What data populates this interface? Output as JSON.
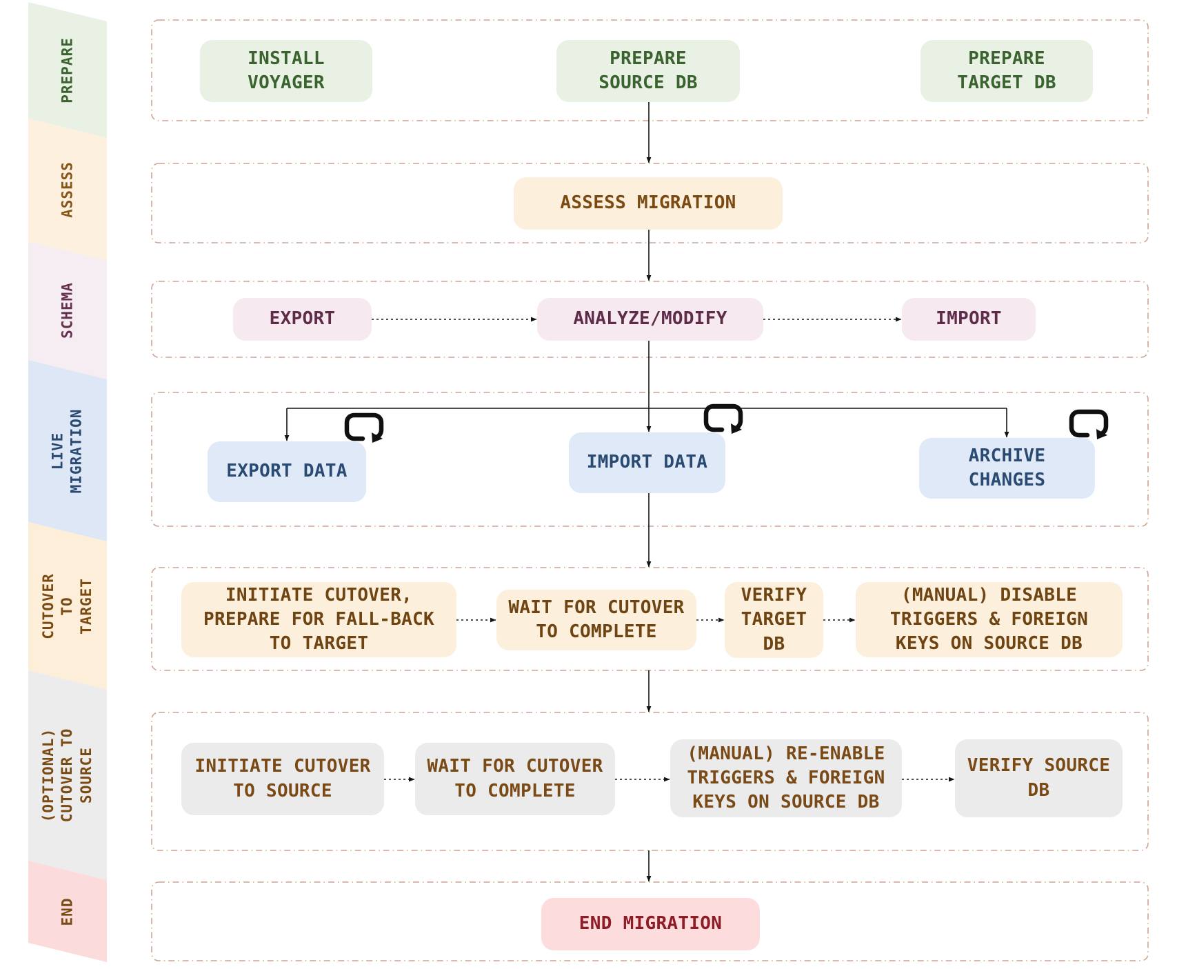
{
  "sidebar": {
    "segments": [
      {
        "id": "prepare",
        "label": "PREPARE",
        "bg": "#e9f1e5",
        "color": "#3a632f"
      },
      {
        "id": "assess",
        "label": "ASSESS",
        "bg": "#fdf0df",
        "color": "#875417"
      },
      {
        "id": "schema",
        "label": "SCHEMA",
        "bg": "#f5edf1",
        "color": "#66304e"
      },
      {
        "id": "live-migration",
        "label": "LIVE\nMIGRATION",
        "bg": "#dde7f6",
        "color": "#2b4a71"
      },
      {
        "id": "cutover-to-target",
        "label": "CUTOVER TO\nTARGET",
        "bg": "#fdeeda",
        "color": "#7a4a13"
      },
      {
        "id": "optional-cutover-to-source",
        "label": "(OPTIONAL)\nCUTOVER TO\nSOURCE",
        "bg": "#ececec",
        "color": "#7a4a13"
      },
      {
        "id": "end",
        "label": "END",
        "bg": "#fbdbdb",
        "color": "#7a4a13"
      }
    ]
  },
  "nodes": {
    "install_voyager": "INSTALL\nVOYAGER",
    "prepare_source_db": "PREPARE\nSOURCE DB",
    "prepare_target_db": "PREPARE\nTARGET DB",
    "assess_migration": "ASSESS MIGRATION",
    "export_schema": "EXPORT",
    "analyze_modify": "ANALYZE/MODIFY",
    "import_schema": "IMPORT",
    "export_data": "EXPORT DATA",
    "import_data": "IMPORT DATA",
    "archive_changes": "ARCHIVE\nCHANGES",
    "initiate_cutover_target": "INITIATE CUTOVER,\nPREPARE FOR FALL-BACK\nTO TARGET",
    "wait_cutover_target": "WAIT FOR CUTOVER\nTO COMPLETE",
    "verify_target_db": "VERIFY\nTARGET\nDB",
    "manual_disable_triggers": "(MANUAL) DISABLE\nTRIGGERS & FOREIGN\nKEYS ON SOURCE DB",
    "initiate_cutover_source": "INITIATE CUTOVER\nTO SOURCE",
    "wait_cutover_source": "WAIT FOR CUTOVER\nTO COMPLETE",
    "manual_reenable_triggers": "(MANUAL) RE-ENABLE\nTRIGGERS & FOREIGN\nKEYS ON SOURCE DB",
    "verify_source_db": "VERIFY SOURCE\nDB",
    "end_migration": "END MIGRATION"
  },
  "colors": {
    "row_border": "#cfa493",
    "green_bg": "#e9f1e5",
    "green_text": "#3a632f",
    "peach_bg": "#fcefdc",
    "peach_text": "#7a4a12",
    "mauve_bg": "#f6e9ef",
    "mauve_text": "#5e2b49",
    "blue_bg": "#dfe9f8",
    "blue_text": "#2a4a72",
    "gray_bg": "#ebebeb",
    "pink_bg": "#fcdcdc",
    "pink_text": "#8e1c26",
    "arrow": "#141414"
  }
}
